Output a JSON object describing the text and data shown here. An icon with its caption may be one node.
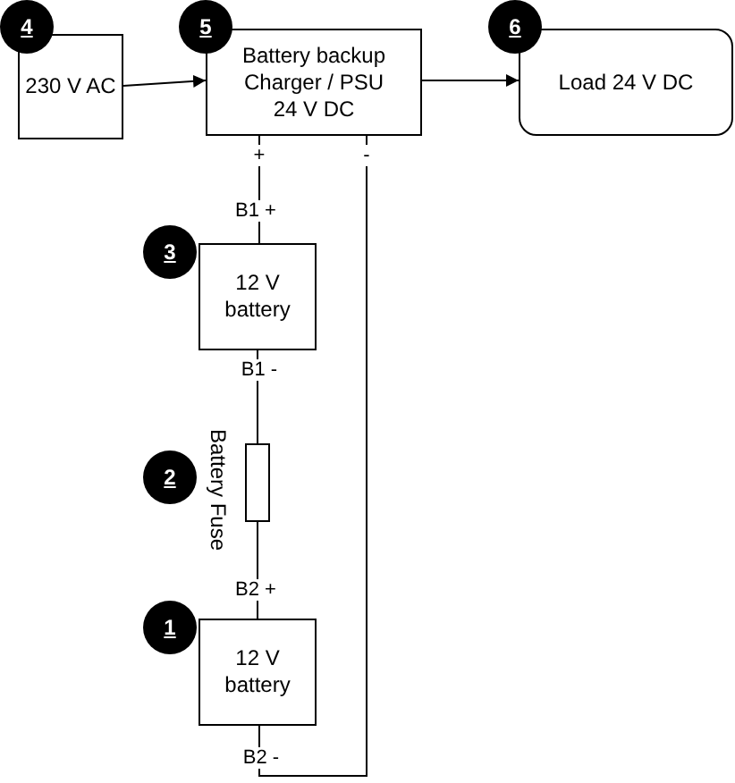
{
  "diagram": {
    "nodes": [
      {
        "text": [
          "230 V AC"
        ]
      },
      {
        "text": [
          "Battery backup Charger / PSU 24 V DC"
        ]
      },
      {
        "text": [
          "Load 24 V DC"
        ]
      },
      {
        "text": [
          "12 V battery"
        ]
      },
      {
        "text": [],
        "shape": "box",
        "beside": [
          "Battery Fuse"
        ]
      },
      {
        "text": [
          "12 V battery"
        ]
      }
    ],
    "edges": [
      {
        "from": 0,
        "to": 1,
        "arrow": "to"
      },
      {
        "from": 1,
        "to": 2,
        "arrow": "to"
      },
      {
        "from": 1,
        "to": 3,
        "arrow": "none"
      },
      {
        "from": 3,
        "to": 4,
        "arrow": "none"
      },
      {
        "from": 4,
        "to": 5,
        "arrow": "none"
      },
      {
        "from": 5,
        "to": 1,
        "arrow": "none"
      }
    ],
    "labels": [
      "4",
      "5",
      "6",
      "+",
      "-",
      "B1 +",
      "3",
      "B1 -",
      "2",
      "B2 +",
      "1",
      "B2 -"
    ]
  }
}
